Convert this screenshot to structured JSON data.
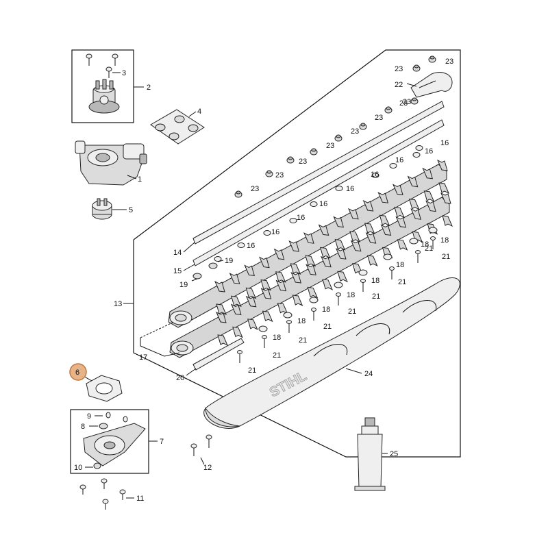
{
  "labels": {
    "p1": "1",
    "p2": "2",
    "p3": "3",
    "p4": "4",
    "p5": "5",
    "p6": "6",
    "p7": "7",
    "p8": "8",
    "p9": "9",
    "p10": "10",
    "p11": "11",
    "p12": "12",
    "p13": "13",
    "p14": "14",
    "p15": "15",
    "p16": "16",
    "p17": "17",
    "p18": "18",
    "p19": "19",
    "p20": "20",
    "p21": "21",
    "p22": "22",
    "p23": "23",
    "p24": "24",
    "p25": "25"
  },
  "brand_text": "STIHL",
  "highlight": {
    "part": "6",
    "fill": "#e7b48a",
    "stroke": "#c0783f"
  }
}
